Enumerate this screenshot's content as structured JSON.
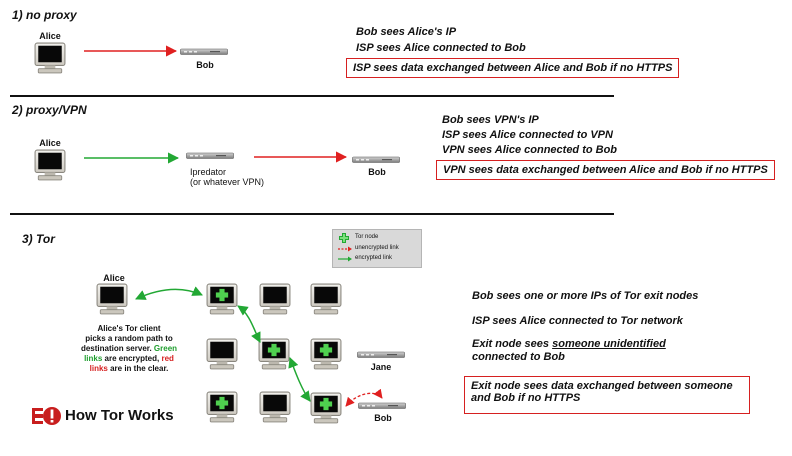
{
  "section1": {
    "title": "1) no proxy",
    "alice": "Alice",
    "bob": "Bob",
    "stmt1": "Bob sees Alice's IP",
    "stmt2": "ISP sees Alice connected to Bob",
    "stmt3": "ISP sees data exchanged between Alice and Bob if no HTTPS"
  },
  "section2": {
    "title": "2) proxy/VPN",
    "alice": "Alice",
    "vpn_line1": "Ipredator",
    "vpn_line2": "(or whatever VPN)",
    "bob": "Bob",
    "stmt1": "Bob sees VPN's IP",
    "stmt2": "ISP sees Alice connected to VPN",
    "stmt3": "VPN sees Alice connected to Bob",
    "stmt4": "VPN sees data exchanged between Alice and Bob if no HTTPS"
  },
  "section3": {
    "title": "3) Tor",
    "alice": "Alice",
    "jane": "Jane",
    "bob": "Bob",
    "legend": {
      "tor_node": "Tor node",
      "unencrypted": "unencrypted link",
      "encrypted": "encrypted link"
    },
    "desc": {
      "line1": "Alice's Tor client",
      "line2": "picks a random path to",
      "line3": "destination server.",
      "green_links": "Green",
      "line4_rest": "links",
      "line4_mid": "are encrypted,",
      "red_links": "red",
      "line5_links": "links",
      "line5_rest": "are in the clear."
    },
    "stmt1": "Bob sees one or more IPs of Tor exit nodes",
    "stmt2": "ISP sees Alice connected to Tor network",
    "stmt3_pre": "Exit node sees",
    "stmt3_underline": "someone unidentified",
    "stmt3_line2": "connected to Bob",
    "stmt4_line1": "Exit node sees data exchanged between someone",
    "stmt4_line2": "and Bob if no HTTPS",
    "logo_text": "How Tor Works"
  },
  "colors": {
    "unencrypted": "#e02020",
    "encrypted": "#22a834",
    "box_border": "#d62020"
  }
}
